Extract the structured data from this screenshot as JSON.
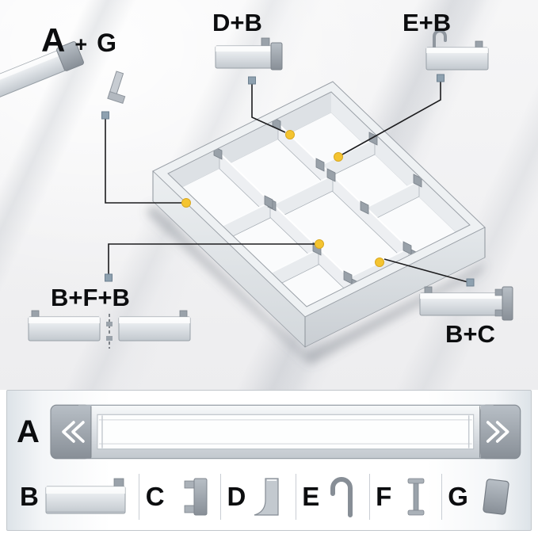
{
  "scene": {
    "callout_ag": {
      "a": "A",
      "plus": "+",
      "g": "G"
    },
    "callout_db": {
      "label": "D+B"
    },
    "callout_eb": {
      "label": "E+B"
    },
    "callout_bfb": {
      "label": "B+F+B"
    },
    "callout_bc": {
      "label": "B+C"
    }
  },
  "legend": {
    "rail": {
      "label": "A"
    },
    "parts": [
      {
        "label": "B",
        "icon": "divider-bar-icon"
      },
      {
        "label": "C",
        "icon": "side-clamp-icon"
      },
      {
        "label": "D",
        "icon": "corner-wedge-icon"
      },
      {
        "label": "E",
        "icon": "hanging-hook-icon"
      },
      {
        "label": "F",
        "icon": "connector-pin-icon"
      },
      {
        "label": "G",
        "icon": "end-cap-icon"
      }
    ]
  },
  "colors": {
    "accent_dot": "#f4c430",
    "callout_line": "#1c1c1e",
    "connector_node": "#8ea1b0",
    "metal_light": "#f2f4f6",
    "metal_mid": "#c6ccd2",
    "metal_dark": "#8f969e"
  }
}
